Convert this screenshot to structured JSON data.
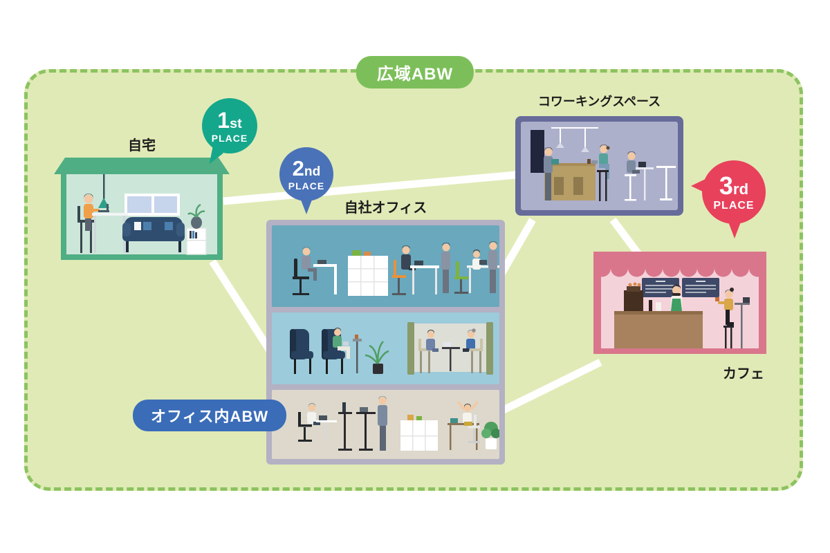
{
  "diagram": {
    "title_badge": {
      "label": "広域ABW",
      "color": "#7cbf5a"
    },
    "office_abw_badge": {
      "label": "オフィス内ABW",
      "color": "#3a6cb8"
    },
    "place_badges": {
      "first": {
        "number": "1",
        "suffix": "st",
        "word": "PLACE",
        "color": "#14a78c"
      },
      "second": {
        "number": "2",
        "suffix": "nd",
        "word": "PLACE",
        "color": "#4a72b8"
      },
      "third": {
        "number": "3",
        "suffix": "rd",
        "word": "PLACE",
        "color": "#e8415c"
      }
    },
    "locations": {
      "home": {
        "label": "自宅"
      },
      "office": {
        "label": "自社オフィス"
      },
      "coworking": {
        "label": "コワーキングスペース"
      },
      "cafe": {
        "label": "カフェ"
      }
    },
    "connections": [
      [
        "自宅",
        "コワーキングスペース"
      ],
      [
        "自宅",
        "自社オフィス"
      ],
      [
        "コワーキングスペース",
        "自社オフィス"
      ],
      [
        "コワーキングスペース",
        "カフェ"
      ],
      [
        "自社オフィス",
        "カフェ"
      ]
    ],
    "colors": {
      "area_fill": "#e0eab6",
      "area_border": "#8cc35f",
      "home_green": "#4fae83",
      "office_frame": "#b3b1c3",
      "office_floor_top": "#69a8bd",
      "office_floor_mid": "#9ccbdb",
      "office_floor_bottom": "#ddd8cb",
      "coworking_frame": "#666b9a",
      "cafe_pink": "#d9768c",
      "connector": "#ffffff"
    }
  }
}
